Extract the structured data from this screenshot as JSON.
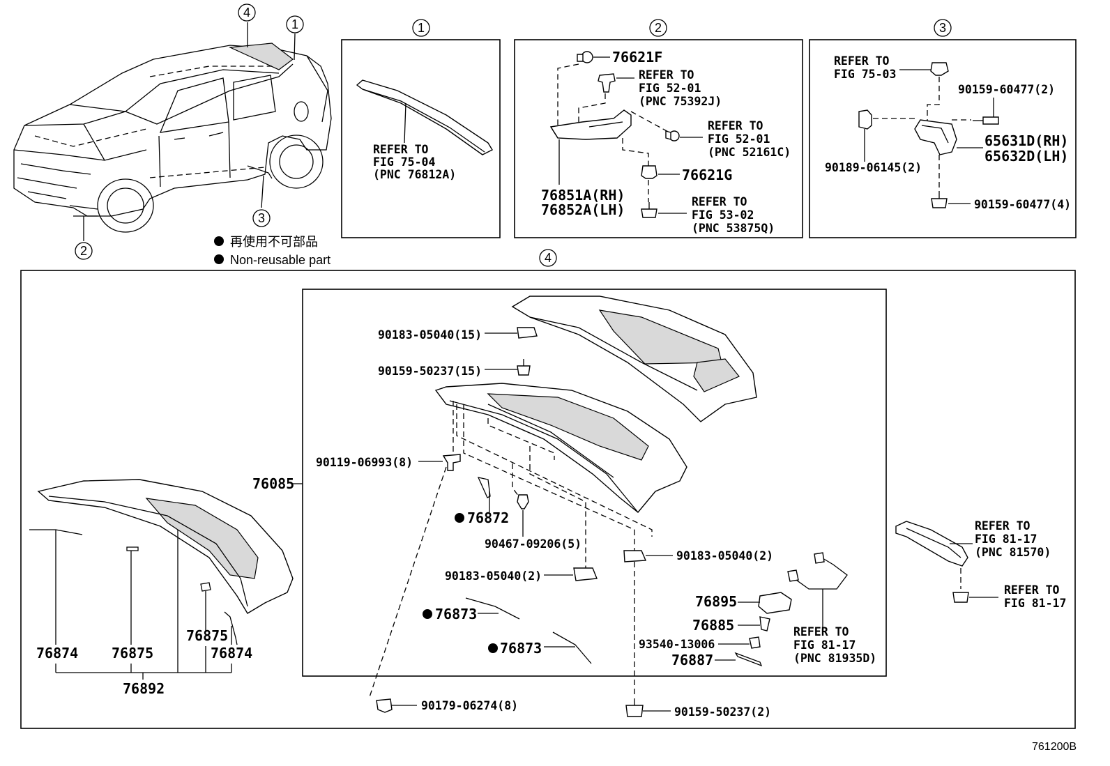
{
  "diagram_code": "761200B",
  "legend": {
    "jp_text": "再使用不可部品",
    "en_text": "Non-reusable part"
  },
  "callouts": {
    "c1": "1",
    "c2": "2",
    "c3": "3",
    "c4": "4"
  },
  "panel1": {
    "refer_line1": "REFER TO",
    "refer_line2": "FIG 75-04",
    "refer_line3": "(PNC 76812A)"
  },
  "panel2": {
    "p76621F": "76621F",
    "refer_a1": "REFER TO",
    "refer_a2": "FIG 52-01",
    "refer_a3": "(PNC 75392J)",
    "refer_b1": "REFER TO",
    "refer_b2": "FIG 52-01",
    "refer_b3": "(PNC 52161C)",
    "p76621G": "76621G",
    "p76851A": "76851A(RH)",
    "p76852A": "76852A(LH)",
    "refer_c1": "REFER TO",
    "refer_c2": "FIG 53-02",
    "refer_c3": "(PNC 53875Q)"
  },
  "panel3": {
    "refer1": "REFER TO",
    "refer2": "FIG 75-03",
    "p9015960477_2": "90159-60477(2)",
    "p65631D": "65631D(RH)",
    "p65632D": "65632D(LH)",
    "p9018906145": "90189-06145(2)",
    "p9015960477_4": "90159-60477(4)"
  },
  "panel4": {
    "p9018305040_15": "90183-05040(15)",
    "p9015950237_15": "90159-50237(15)",
    "p76085": "76085",
    "p9011906993": "90119-06993(8)",
    "p76872": "76872",
    "p9046709206": "90467-09206(5)",
    "p9018305040_2a": "90183-05040(2)",
    "p9018305040_2b": "90183-05040(2)",
    "p76873a": "76873",
    "p76873b": "76873",
    "p76895": "76895",
    "p76885": "76885",
    "p9354013006": "93540-13006",
    "p76887": "76887",
    "refer_d1": "REFER TO",
    "refer_d2": "FIG 81-17",
    "refer_d3": "(PNC 81935D)",
    "refer_e1": "REFER TO",
    "refer_e2": "FIG 81-17",
    "refer_e3": "(PNC 81570)",
    "refer_f1": "REFER TO",
    "refer_f2": "FIG 81-17",
    "p9017906274": "90179-06274(8)",
    "p9015950237_2": "90159-50237(2)",
    "p76874a": "76874",
    "p76875a": "76875",
    "p76875b": "76875",
    "p76874b": "76874",
    "p76892": "76892"
  }
}
